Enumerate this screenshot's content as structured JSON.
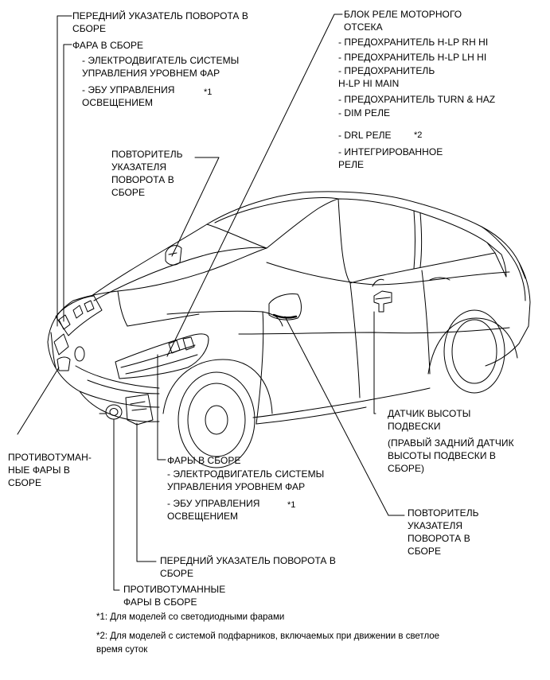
{
  "labels": {
    "front_turn_top": "ПЕРЕДНИЙ УКАЗАТЕЛЬ ПОВОРОТА В\nСБОРЕ",
    "headlamp_top_title": "ФАРА В СБОРЕ",
    "headlamp_top_item1": "- ЭЛЕКТРОДВИГАТЕЛЬ СИСТЕМЫ\nУПРАВЛЕНИЯ УРОВНЕМ ФАР",
    "headlamp_top_item2": "- ЭБУ УПРАВЛЕНИЯ\nОСВЕЩЕНИЕМ",
    "headlamp_top_mark": "*1",
    "side_repeater_left": "ПОВТОРИТЕЛЬ\nУКАЗАТЕЛЯ\nПОВОРОТА В\nСБОРЕ",
    "relay_block_title": "БЛОК РЕЛЕ МОТОРНОГО\nОТСЕКА",
    "relay_item1": "- ПРЕДОХРАНИТЕЛЬ H-LP RH HI",
    "relay_item2": "- ПРЕДОХРАНИТЕЛЬ H-LP LH HI",
    "relay_item3": "- ПРЕДОХРАНИТЕЛЬ\nH-LP HI MAIN",
    "relay_item4": "- ПРЕДОХРАНИТЕЛЬ TURN & HAZ",
    "relay_item5": "- DIM РЕЛЕ",
    "relay_item6": "- DRL РЕЛЕ",
    "relay_item6_mark": "*2",
    "relay_item7": "- ИНТЕГРИРОВАННОЕ\nРЕЛЕ",
    "height_sensor_title": "ДАТЧИК ВЫСОТЫ\nПОДВЕСКИ",
    "height_sensor_note": "(ПРАВЫЙ ЗАДНИЙ ДАТЧИК\nВЫСОТЫ ПОДВЕСКИ В\nСБОРЕ)",
    "fog_left": "ПРОТИВОТУМАН-\nНЫЕ ФАРЫ В\nСБОРЕ",
    "headlamps_mid_title": "ФАРЫ В СБОРЕ",
    "headlamps_mid_item1": "- ЭЛЕКТРОДВИГАТЕЛЬ СИСТЕМЫ\nУПРАВЛЕНИЯ УРОВНЕМ ФАР",
    "headlamps_mid_item2": "- ЭБУ УПРАВЛЕНИЯ\nОСВЕЩЕНИЕМ",
    "headlamps_mid_mark": "*1",
    "side_repeater_right": "ПОВТОРИТЕЛЬ\nУКАЗАТЕЛЯ\nПОВОРОТА В\nСБОРЕ",
    "front_turn_bottom": "ПЕРЕДНИЙ УКАЗАТЕЛЬ ПОВОРОТА В\nСБОРЕ",
    "fog_bottom": "ПРОТИВОТУМАННЫЕ\nФАРЫ В СБОРЕ"
  },
  "footnotes": {
    "note1": "*1: Для моделей со светодиодными фарами",
    "note2": "*2: Для моделей с системой подфарников, включаемых при движении в светлое\nвремя суток"
  }
}
